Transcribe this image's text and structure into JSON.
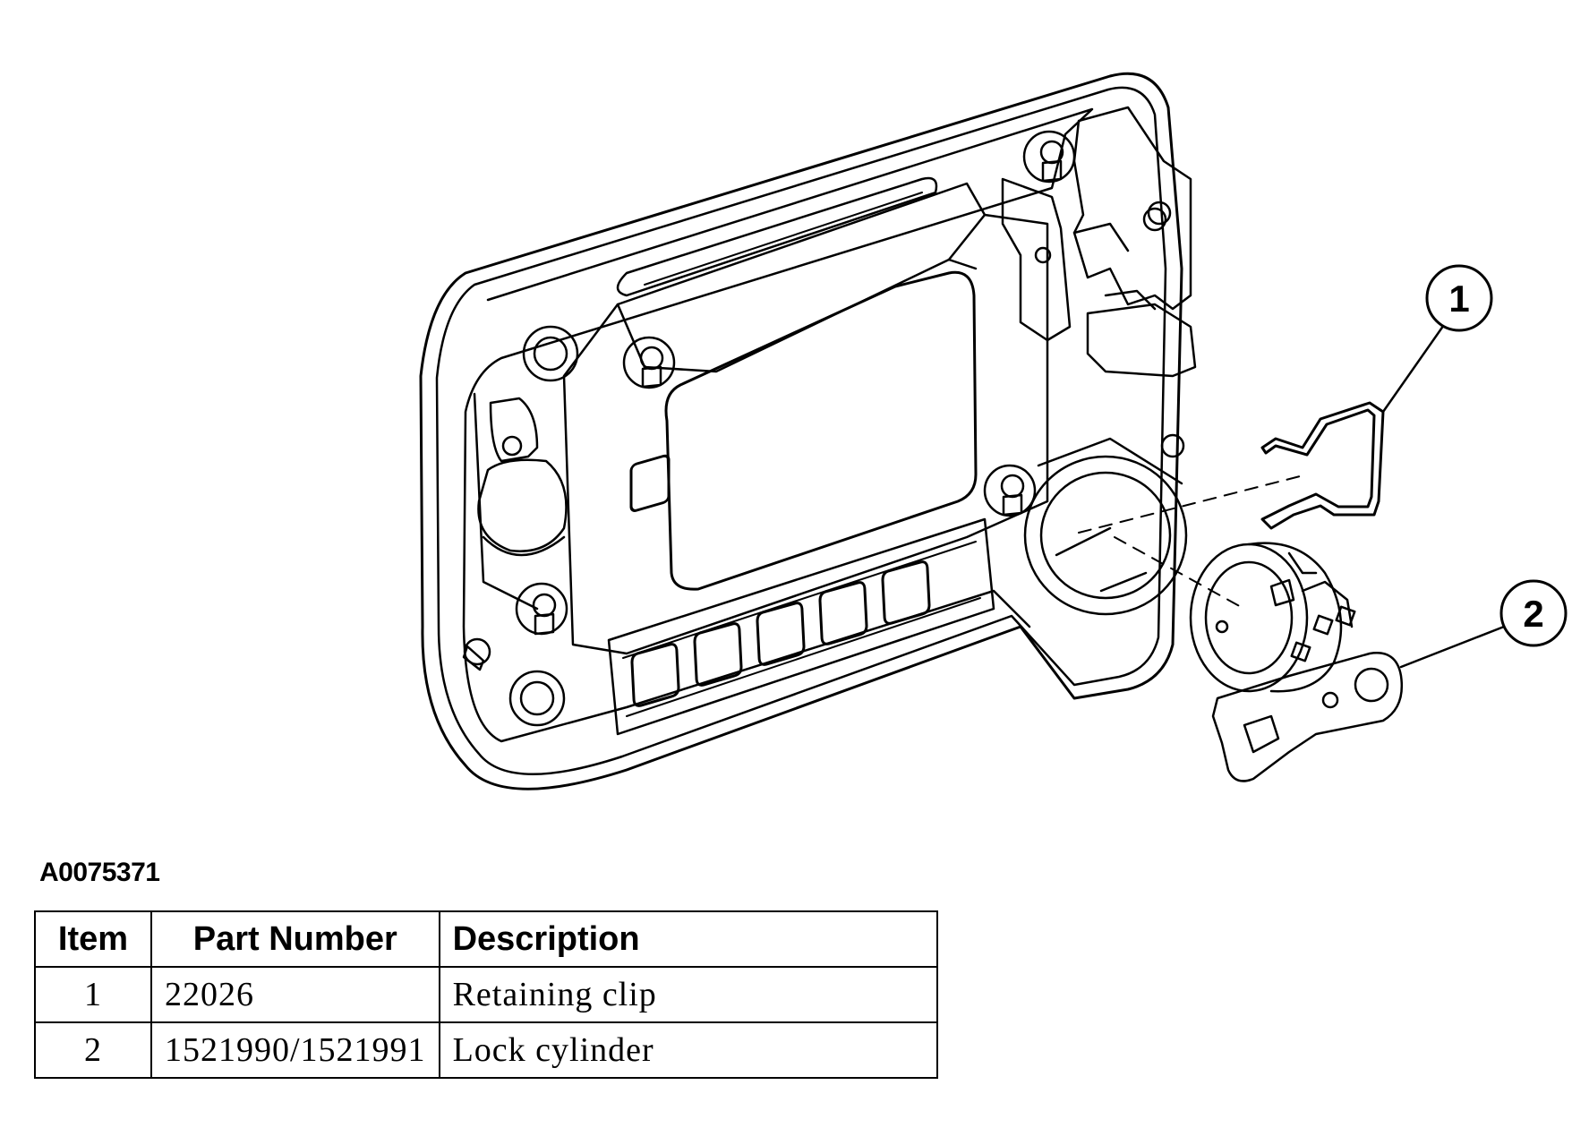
{
  "figure": {
    "id": "A0075371",
    "callouts": [
      {
        "number": "1"
      },
      {
        "number": "2"
      }
    ]
  },
  "table": {
    "headers": [
      "Item",
      "Part Number",
      "Description"
    ],
    "rows": [
      {
        "item": "1",
        "part_number": "22026",
        "description": "Retaining clip"
      },
      {
        "item": "2",
        "part_number": "1521990/1521991",
        "description": "Lock cylinder"
      }
    ]
  }
}
